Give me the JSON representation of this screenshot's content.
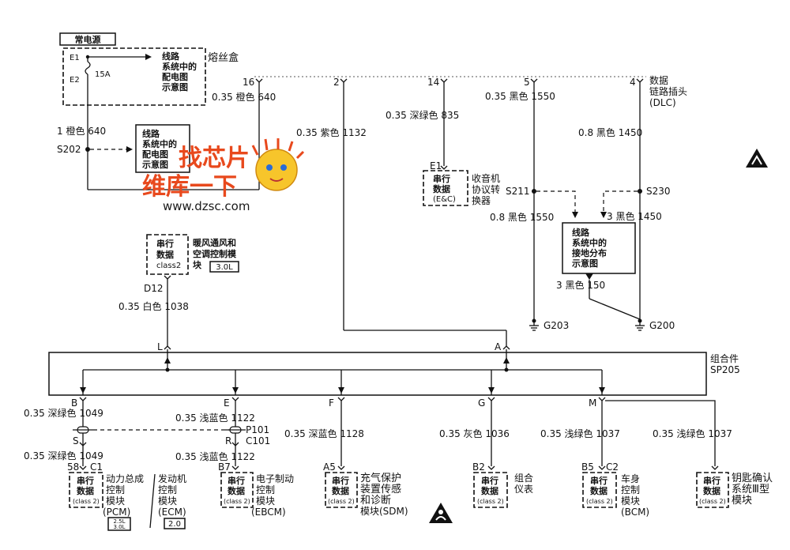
{
  "power_box": {
    "title": "常电源",
    "e1": "E1",
    "e2": "E2",
    "fuse_rating": "15A",
    "fuse_box_label": "熔丝盒",
    "ref_line1": "线路",
    "ref_line2": "系统中的",
    "ref_line3": "配电图",
    "ref_line4": "示意图"
  },
  "s202": {
    "wire_label": "1 橙色 640",
    "splice": "S202",
    "ref_line1": "线路",
    "ref_line2": "系统中的",
    "ref_line3": "配电图",
    "ref_line4": "示意图"
  },
  "dlc": {
    "title_line1": "数据",
    "title_line2": "链路插头",
    "title_line3": "(DLC)",
    "pins": [
      "16",
      "2",
      "14",
      "5",
      "4"
    ]
  },
  "wires": {
    "pin16": "0.35 橙色 640",
    "pin2": "0.35 紫色 1132",
    "pin14": "0.35 深绿色 835",
    "pin5": "0.35 黑色 1550",
    "pin4": "0.8 黑色 1450",
    "s211_down": "0.8 黑色 1550",
    "s230_down": "3 黑色 1450",
    "s230_pin": "3",
    "ground_ref": "3 黑色 150",
    "hvac": "0.35 白色 1038",
    "b_up": "0.35 深绿色 1049",
    "b_down": "0.35 深绿色 1049",
    "e_up": "0.35 浅蓝色 1122",
    "e_down": "0.35 浅蓝色 1122",
    "f": "0.35 深蓝色 1128",
    "g": "0.35 灰色 1036",
    "m": "0.35 浅绿色 1037",
    "m2": "0.35 浅绿色 1037"
  },
  "ec_module": {
    "connector": "E1",
    "line1": "串行",
    "line2": "数据",
    "line3": "(E&C)",
    "name_line1": "收音机",
    "name_line2": "协议转",
    "name_line3": "换器"
  },
  "splices": {
    "s211": "S211",
    "s230": "S230"
  },
  "ground_dist": {
    "line1": "线路",
    "line2": "系统中的",
    "line3": "接地分布",
    "line4": "示意图"
  },
  "grounds": {
    "g203": "G203",
    "g200": "G200"
  },
  "hvac_module": {
    "line1": "串行",
    "line2": "数据",
    "line3": "class2",
    "name_line1": "暖风通风和",
    "name_line2": "空调控制模",
    "name_line3": "块",
    "tag": "3.0L",
    "connector": "D12"
  },
  "sp205": {
    "label_line1": "组合件",
    "label_line2": "SP205",
    "pin_l": "L",
    "pin_a": "A",
    "pins_bottom": [
      "B",
      "E",
      "F",
      "G",
      "M"
    ]
  },
  "inline_connectors": {
    "c1_top": "C1",
    "c1_bottom_pin": "S",
    "p101": "P101",
    "c101": "C101",
    "c101_pin": "R"
  },
  "modules": {
    "pcm": {
      "pin": "58",
      "connector": "C1",
      "line1": "串行",
      "line2": "数据",
      "line3": "(class 2)",
      "name_line1": "动力总成",
      "name_line2": "控制",
      "name_line3": "模块",
      "abbr": "(PCM)",
      "tag1": "2.5L",
      "tag2": "3.0L"
    },
    "ecm": {
      "name_line1": "发动机",
      "name_line2": "控制",
      "name_line3": "模块",
      "abbr": "(ECM)",
      "tag": "2.0"
    },
    "ebcm": {
      "pin": "B7",
      "line1": "串行",
      "line2": "数据",
      "line3": "(class 2)",
      "name_line1": "电子制动",
      "name_line2": "控制",
      "name_line3": "模块",
      "abbr": "(EBCM)"
    },
    "sdm": {
      "pin": "A5",
      "line1": "串行",
      "line2": "数据",
      "line3": "(class 2)",
      "name_line1": "充气保护",
      "name_line2": "装置传感",
      "name_line3": "和诊断",
      "name_line4": "模块(SDM)"
    },
    "cluster": {
      "pin": "B2",
      "line1": "串行",
      "line2": "数据",
      "line3": "(class 2)",
      "name_line1": "组合",
      "name_line2": "仪表"
    },
    "bcm": {
      "pin": "B5",
      "connector": "C2",
      "line1": "串行",
      "line2": "数据",
      "line3": "(class 2)",
      "name_line1": "车身",
      "name_line2": "控制",
      "name_line3": "模块",
      "abbr": "(BCM)"
    },
    "passlock": {
      "line1": "串行",
      "line2": "数据",
      "line3": "(class 2)",
      "name_line1": "钥匙确认",
      "name_line2": "系统Ⅲ型",
      "name_line3": "模块"
    }
  },
  "watermark": {
    "line1": "找芯片",
    "line2": "维库一下",
    "url": "www.dzsc.com"
  },
  "colors": {
    "ink": "#111111",
    "watermark": "#e8491d"
  },
  "icons": [
    "esd-warning-icon",
    "airbag-warning-icon",
    "ground-icon",
    "fuse-icon",
    "mascot-logo"
  ]
}
